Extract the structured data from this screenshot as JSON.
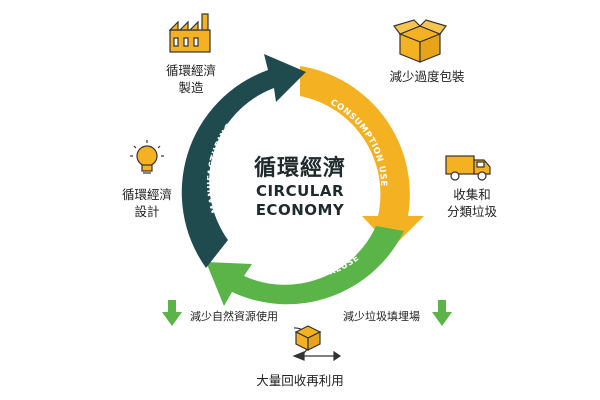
{
  "center": {
    "title_zh": "循環經濟",
    "title_en_1": "CIRCULAR",
    "title_en_2": "ECONOMY"
  },
  "arcs": {
    "top_right": "CONSUMPTION USE",
    "bottom": "RECYCLING & REUSE",
    "left": "MANUFACTURING"
  },
  "nodes": {
    "manufacturing": [
      "循環經濟",
      "製造"
    ],
    "packaging": "減少過度包裝",
    "collect": [
      "收集和",
      "分類垃圾"
    ],
    "design": [
      "循環經濟",
      "設計"
    ],
    "reduce_resources": "減少自然資源使用",
    "reduce_landfill": "減少垃圾填埋場",
    "reuse": "大量回收再利用"
  },
  "colors": {
    "dark_teal": "#1f4a4e",
    "yellow": "#f4b223",
    "green": "#5ab447",
    "icon_yellow": "#f4b223"
  }
}
